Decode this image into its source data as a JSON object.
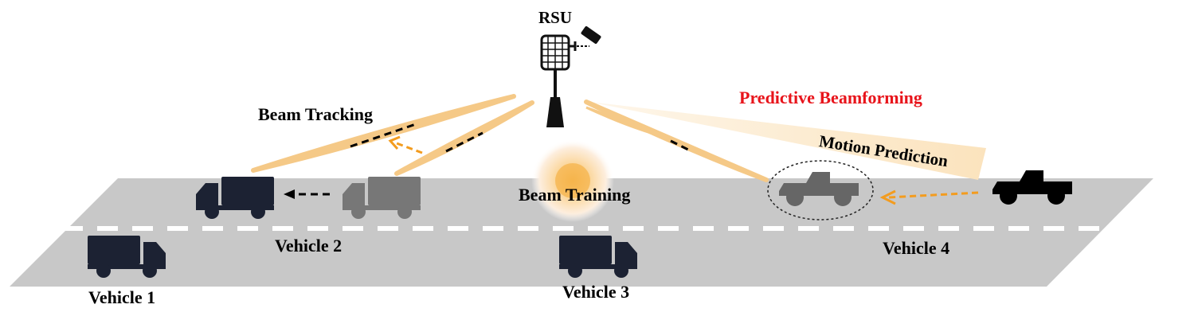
{
  "rsu": {
    "label": "RSU"
  },
  "beams": {
    "tracking_label": "Beam Tracking",
    "training_label": "Beam Training",
    "predictive_label": "Predictive Beamforming",
    "motion_label": "Motion Prediction"
  },
  "vehicles": [
    {
      "label": "Vehicle 1",
      "kind": "truck-icon"
    },
    {
      "label": "Vehicle 2",
      "kind": "truck-icon"
    },
    {
      "label": "Vehicle 3",
      "kind": "truck-icon"
    },
    {
      "label": "Vehicle 4",
      "kind": "pickup-icon"
    }
  ],
  "colors": {
    "road": "#c8c8c8",
    "lane_marking": "#ffffff",
    "vehicle": "#1c2233",
    "vehicle_ghost": "#777777",
    "beam": "#f5c987",
    "arrow_orange": "#f39c1f",
    "predictive_text": "#e8141b"
  }
}
